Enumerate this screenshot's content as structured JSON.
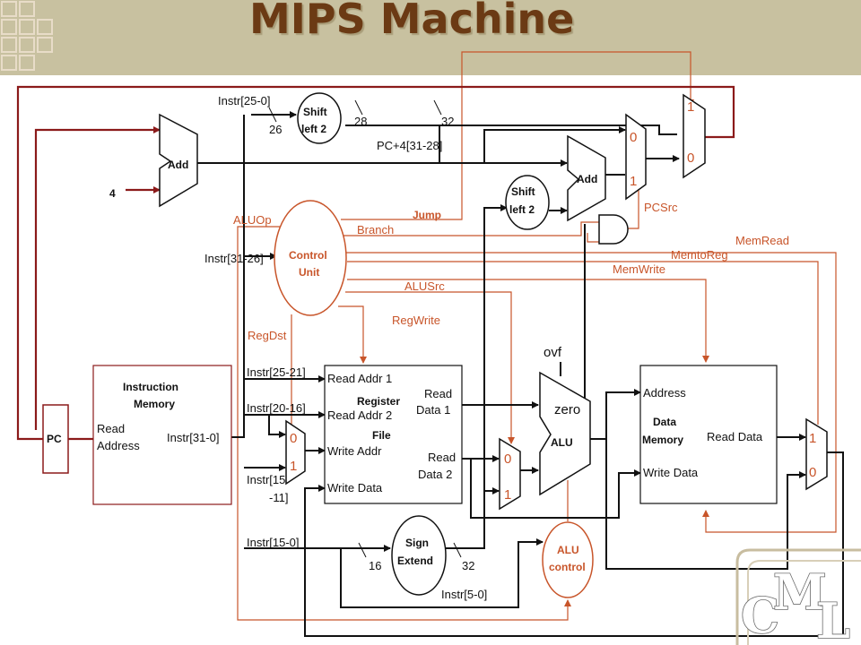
{
  "title": "MIPS Machine",
  "logo": {
    "c": "C",
    "m": "M",
    "l": "L"
  },
  "blocks": {
    "pc": "PC",
    "instr_mem_title1": "Instruction",
    "instr_mem_title2": "Memory",
    "instr_mem_read1": "Read",
    "instr_mem_read2": "Address",
    "instr_mem_out": "Instr[31-0]",
    "add1": "Add",
    "four": "4",
    "shift1_l1": "Shift",
    "shift1_l2": "left 2",
    "add2": "Add",
    "shift2_l1": "Shift",
    "shift2_l2": "left 2",
    "control_l1": "Control",
    "control_l2": "Unit",
    "reg_readaddr1": "Read Addr 1",
    "reg_readaddr2": "Read Addr 2",
    "reg_writeaddr": "Write Addr",
    "reg_writedata": "Write Data",
    "reg_title1": "Register",
    "reg_title2": "File",
    "reg_rd1_a": "Read",
    "reg_rd1_b": "Data 1",
    "reg_rd2_a": "Read",
    "reg_rd2_b": "Data 2",
    "alu": "ALU",
    "zero": "zero",
    "ovf": "ovf",
    "alu_control1": "ALU",
    "alu_control2": "control",
    "sign_ext1": "Sign",
    "sign_ext2": "Extend",
    "dmem_address": "Address",
    "dmem_title1": "Data",
    "dmem_title2": "Memory",
    "dmem_readdata": "Read Data",
    "dmem_writedata": "Write Data"
  },
  "signals": {
    "instr_25_0": "Instr[25-0]",
    "w26": "26",
    "w28": "28",
    "w32a": "32",
    "pc4": "PC+4[31-28]",
    "instr_31_26": "Instr[31-26]",
    "instr_25_21": "Instr[25-21]",
    "instr_20_16": "Instr[20-16]",
    "instr_15_11_a": "Instr[15",
    "instr_15_11_b": "-11]",
    "instr_15_0": "Instr[15-0]",
    "instr_5_0": "Instr[5-0]",
    "w16": "16",
    "w32b": "32"
  },
  "control_signals": {
    "aluop": "ALUOp",
    "branch": "Branch",
    "jump": "Jump",
    "alusrc": "ALUSrc",
    "regwrite": "RegWrite",
    "regdst": "RegDst",
    "pcsrc": "PCSrc",
    "memread": "MemRead",
    "memtoreg": "MemtoReg",
    "memwrite": "MemWrite"
  },
  "mux_inputs": {
    "jump_mux": [
      "1",
      "0"
    ],
    "pcsrc_mux": [
      "0",
      "1"
    ],
    "regdst_mux": [
      "0",
      "1"
    ],
    "alusrc_mux": [
      "0",
      "1"
    ],
    "memtoreg_mux": [
      "1",
      "0"
    ]
  },
  "colors": {
    "title": "#6b3a14",
    "header_band": "#c8c1a0",
    "control": "#c8552a",
    "datapath": "#111111",
    "pc_path": "#8b1a1a"
  }
}
